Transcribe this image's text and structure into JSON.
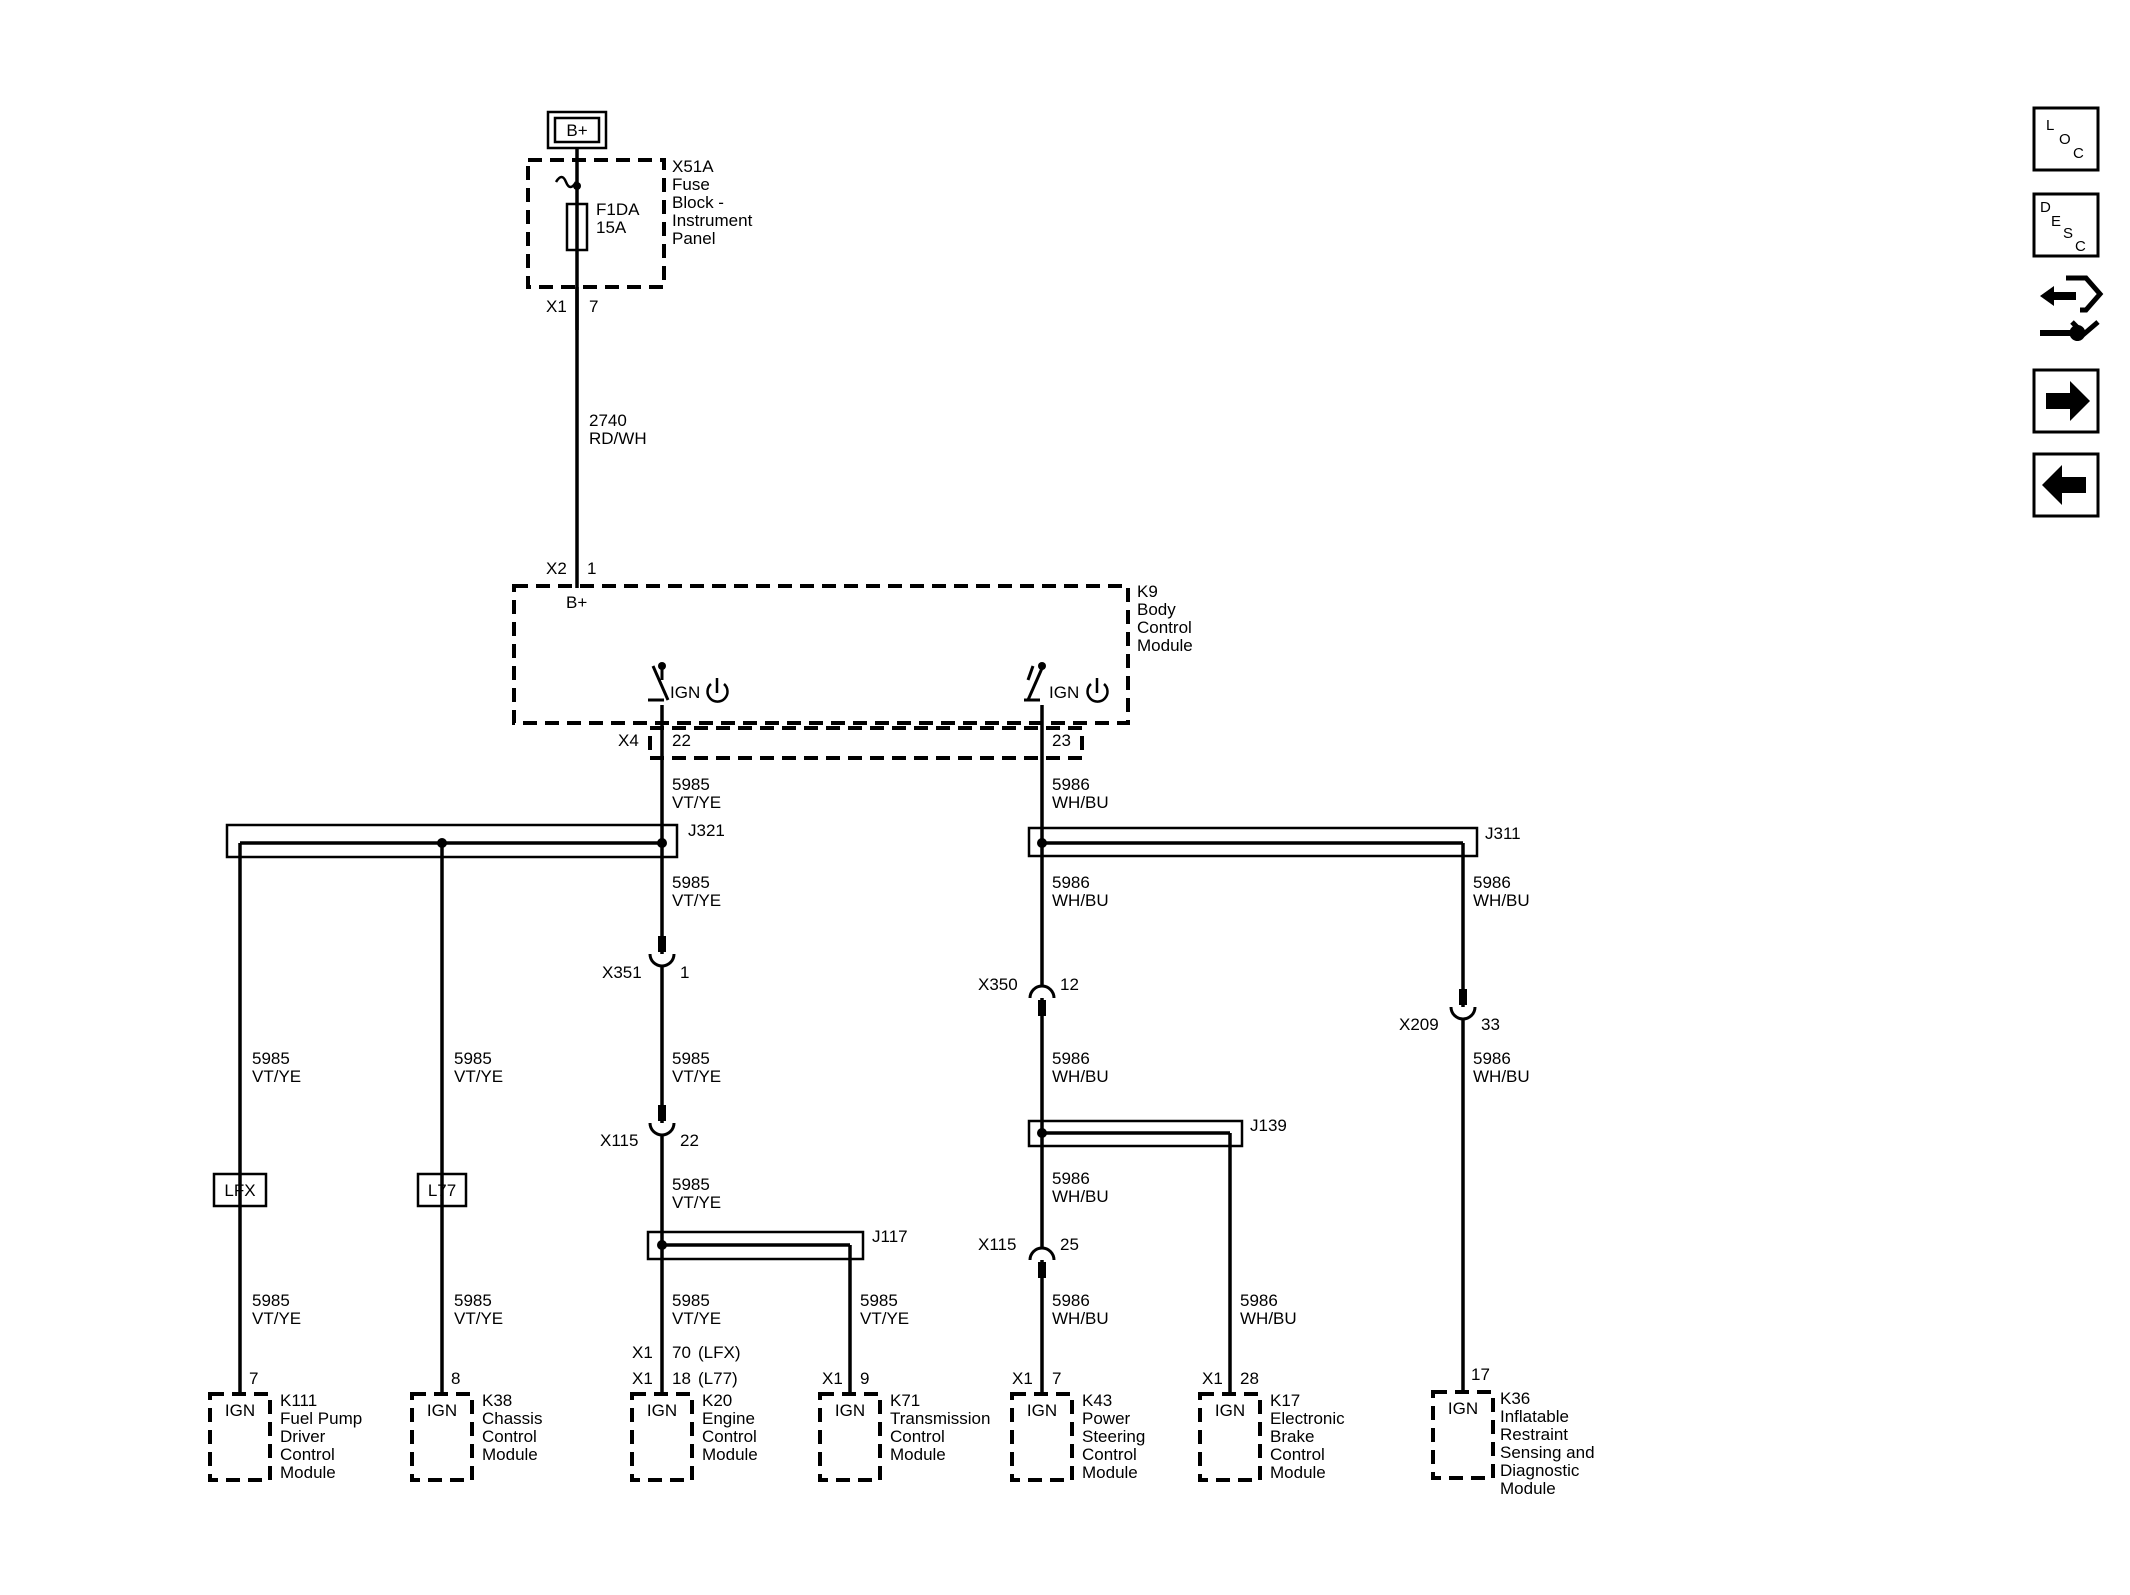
{
  "power_source": {
    "label": "B+"
  },
  "fuse_block": {
    "name": "X51A",
    "desc": [
      "Fuse",
      "Block -",
      "Instrument",
      "Panel"
    ],
    "fuse_name": "F1DA",
    "fuse_rating": "15A",
    "connector": "X1",
    "pin": "7"
  },
  "feed_wire": {
    "circuit": "2740",
    "color": "RD/WH"
  },
  "bcm": {
    "name": "K9",
    "desc": [
      "Body",
      "Control",
      "Module"
    ],
    "input_connector": "X2",
    "input_pin": "1",
    "input_label": "B+",
    "switch_label": "IGN",
    "output_connector": "X4",
    "out_pin_a": "22",
    "out_pin_b": "23"
  },
  "circuits": {
    "a": {
      "number": "5985",
      "color": "VT/YE"
    },
    "b": {
      "number": "5986",
      "color": "WH/BU"
    }
  },
  "splices": {
    "j321": "J321",
    "j311": "J311",
    "j117": "J117",
    "j139": "J139"
  },
  "connectors": {
    "x351": {
      "name": "X351",
      "pin": "1"
    },
    "x115a": {
      "name": "X115",
      "pin": "22"
    },
    "x350": {
      "name": "X350",
      "pin": "12"
    },
    "x209": {
      "name": "X209",
      "pin": "33"
    },
    "x115b": {
      "name": "X115",
      "pin": "25"
    }
  },
  "options": {
    "lfx": "LFX",
    "l77": "L77"
  },
  "modules": {
    "k111": {
      "pin": "7",
      "name": "K111",
      "desc": [
        "Fuel Pump",
        "Driver",
        "Control",
        "Module"
      ]
    },
    "k38": {
      "pin": "8",
      "name": "K38",
      "desc": [
        "Chassis",
        "Control",
        "Module"
      ]
    },
    "k20": {
      "conn": "X1",
      "pin_lfx": "70",
      "pin_lfx_note": "(LFX)",
      "pin_l77": "18",
      "pin_l77_note": "(L77)",
      "name": "K20",
      "desc": [
        "Engine",
        "Control",
        "Module"
      ]
    },
    "k71": {
      "conn": "X1",
      "pin": "9",
      "name": "K71",
      "desc": [
        "Transmission",
        "Control",
        "Module"
      ]
    },
    "k43": {
      "conn": "X1",
      "pin": "7",
      "name": "K43",
      "desc": [
        "Power",
        "Steering",
        "Control",
        "Module"
      ]
    },
    "k17": {
      "conn": "X1",
      "pin": "28",
      "name": "K17",
      "desc": [
        "Electronic",
        "Brake",
        "Control",
        "Module"
      ]
    },
    "k36": {
      "pin": "17",
      "name": "K36",
      "desc": [
        "Inflatable",
        "Restraint",
        "Sensing and",
        "Diagnostic",
        "Module"
      ]
    }
  },
  "module_ign_label": "IGN",
  "nav": {
    "loc": [
      "L",
      "O",
      "C"
    ],
    "desc": [
      "D",
      "E",
      "S",
      "C"
    ],
    "connector_icon": "connector-tool-icon",
    "next_icon": "arrow-right-icon",
    "prev_icon": "arrow-left-icon"
  }
}
